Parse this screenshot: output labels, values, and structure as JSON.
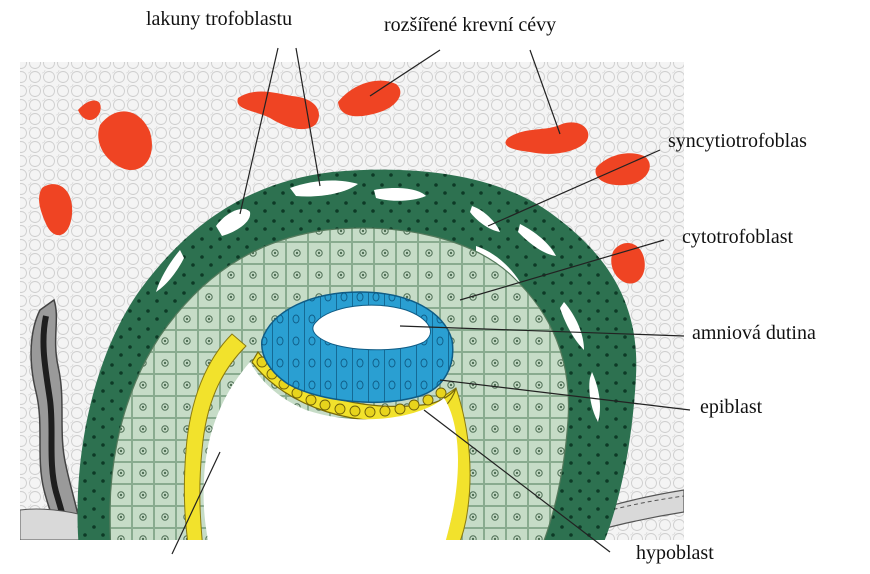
{
  "labels": {
    "lakuny": "lakuny trofoblastu",
    "cevy": "rozšířené krevní cévy",
    "syncytio": "syncytiotrofoblas",
    "cytotrofoblast": "cytotrofoblast",
    "amnion": "amniová dutina",
    "epiblast": "epiblast",
    "hypoblast": "hypoblast"
  },
  "colors": {
    "syncytiotrophoblast": "#2d7150",
    "cytotrophoblast": "#c6dcc7",
    "epiblast": "#2a9fd2",
    "hypoblast": "#f2e22c",
    "blood_vessel": "#ef4423",
    "endometrium": "#f2f2f2",
    "gland": "#3b3b3b"
  }
}
